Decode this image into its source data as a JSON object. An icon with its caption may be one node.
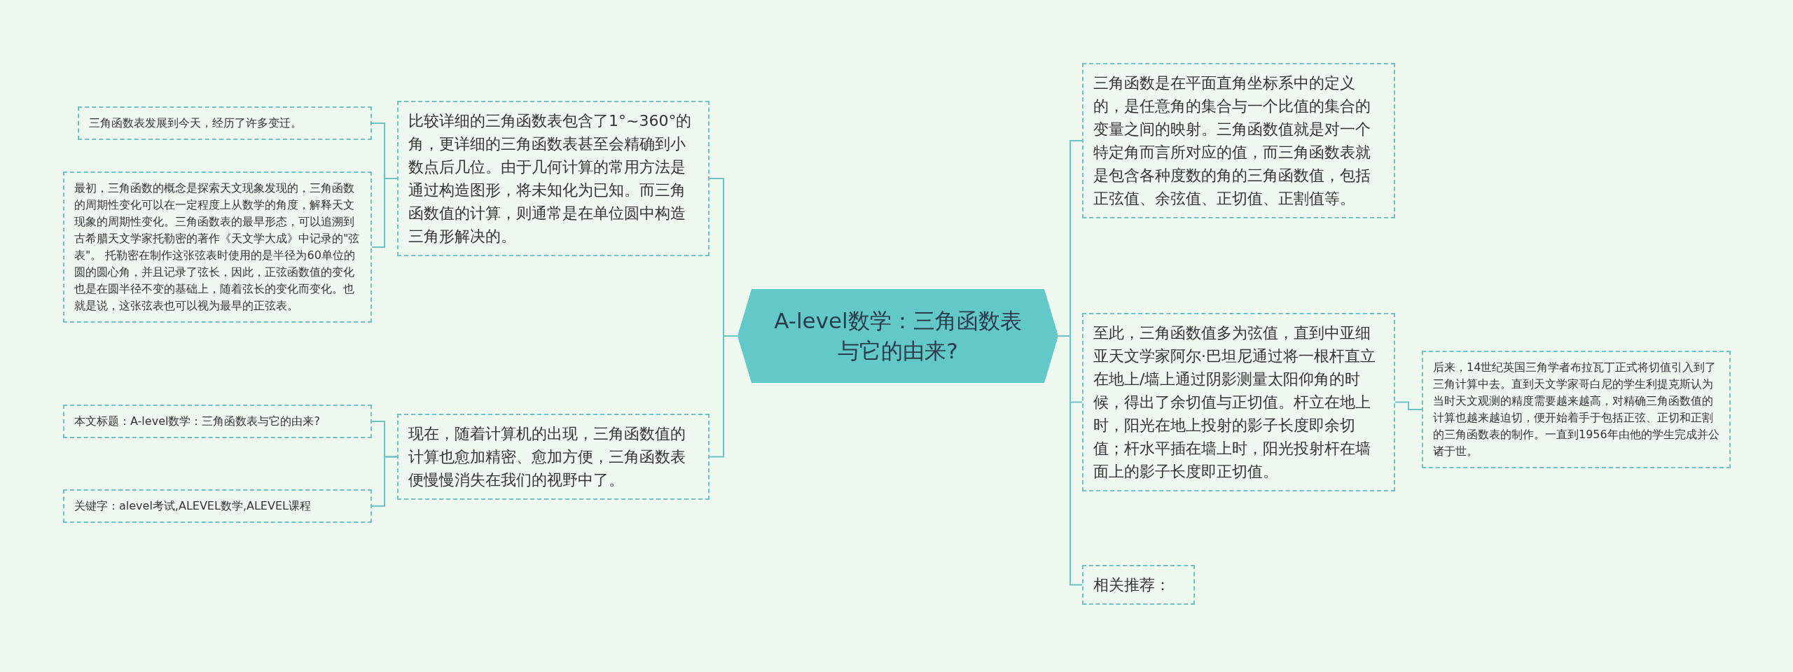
{
  "diagram": {
    "nodes": [
      {
        "text": [
          "A-level数学：三角函数表与它的由来?"
        ]
      },
      {
        "text": [
          "比较详细的三角函数表包含了1°~360°的角，更详细的三角函数表甚至会精确到小数点后几位。由于几何计算的常用方法是通过构造图形，将未知化为已知。而三角函数值的计算，则通常是在单位圆中构造三角形解决的。"
        ]
      },
      {
        "text": [
          "三角函数表发展到今天，经历了许多变迁。"
        ]
      },
      {
        "text": [
          "最初，三角函数的概念是探索天文现象发现的，三角函数的周期性变化可以在一定程度上从数学的角度，解释天文现象的周期性变化。三角函数表的最早形态，可以追溯到古希腊天文学家托勒密的著作《天文学大成》中记录的\"弦表\"。 托勒密在制作这张弦表时使用的是半径为60单位的圆的圆心角，并且记录了弦长，因此，正弦函数值的变化也是在圆半径不变的基础上，随着弦长的变化而变化。也就是说，这张弦表也可以视为最早的正弦表。"
        ]
      },
      {
        "text": [
          "现在，随着计算机的出现，三角函数值的计算也愈加精密、愈加方便，三角函数表便慢慢消失在我们的视野中了。"
        ]
      },
      {
        "text": [
          "本文标题：A-level数学：三角函数表与它的由来?"
        ]
      },
      {
        "text": [
          "关键字：alevel考试,ALEVEL数学,ALEVEL课程"
        ]
      },
      {
        "text": [
          "三角函数是在平面直角坐标系中的定义的，是任意角的集合与一个比值的集合的变量之间的映射。三角函数值就是对一个特定角而言所对应的值，而三角函数表就是包含各种度数的角的三角函数值，包括正弦值、余弦值、正切值、正割值等。"
        ]
      },
      {
        "text": [
          "至此，三角函数值多为弦值，直到中亚细亚天文学家阿尔·巴坦尼通过将一根杆直立在地上/墙上通过阴影测量太阳仰角的时候，得出了余切值与正切值。杆立在地上时，阳光在地上投射的影子长度即余切值；杆水平插在墙上时，阳光投射杆在墙面上的影子长度即正切值。"
        ]
      },
      {
        "text": [
          "后来，14世纪英国三角学者布拉瓦丁正式将切值引入到了三角计算中去。直到天文学家哥白尼的学生利提克斯认为当时天文观测的精度需要越来越高，对精确三角函数值的计算也越来越迫切，便开始着手于包括正弦、正切和正割的三角函数表的制作。一直到1956年由他的学生完成并公诸于世。"
        ]
      },
      {
        "text": [
          "相关推荐："
        ]
      }
    ],
    "edges": [
      {
        "from": 0,
        "to": 1,
        "arrow": "none"
      },
      {
        "from": 1,
        "to": 2,
        "arrow": "none"
      },
      {
        "from": 1,
        "to": 3,
        "arrow": "none"
      },
      {
        "from": 0,
        "to": 4,
        "arrow": "none"
      },
      {
        "from": 4,
        "to": 5,
        "arrow": "none"
      },
      {
        "from": 4,
        "to": 6,
        "arrow": "none"
      },
      {
        "from": 0,
        "to": 7,
        "arrow": "none"
      },
      {
        "from": 0,
        "to": 8,
        "arrow": "none"
      },
      {
        "from": 8,
        "to": 9,
        "arrow": "none"
      },
      {
        "from": 0,
        "to": 10,
        "arrow": "none"
      }
    ]
  }
}
